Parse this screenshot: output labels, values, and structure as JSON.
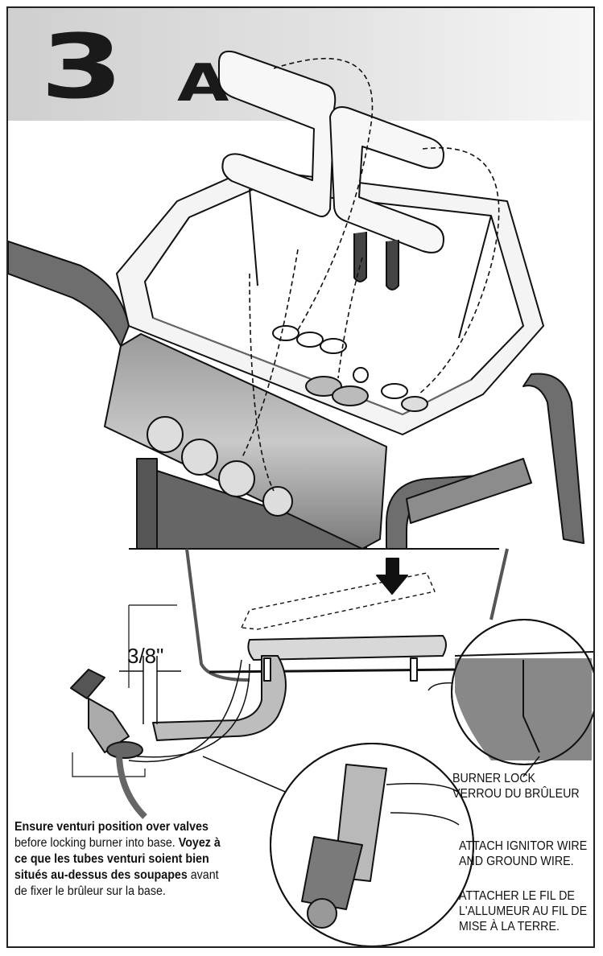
{
  "step": {
    "number": "3",
    "suffix": "A"
  },
  "measurement": {
    "gap": "3/8\""
  },
  "labels": {
    "burner_lock_en": "BURNER LOCK",
    "burner_lock_fr": "VERROU DU BRÛLEUR",
    "ignitor_en": "ATTACH IGNITOR WIRE AND GROUND WIRE.",
    "ignitor_fr": "ATTACHER LE FIL DE L'ALLUMEUR AU FIL DE MISE À LA TERRE."
  },
  "note": {
    "en_bold": "Ensure venturi position over valves",
    "en_rest": "before locking burner into base.",
    "fr_bold": "Voyez à ce que les tubes venturi soient bien situés au-dessus des soupapes",
    "fr_rest": "avant de fixer le brûleur sur la base."
  }
}
